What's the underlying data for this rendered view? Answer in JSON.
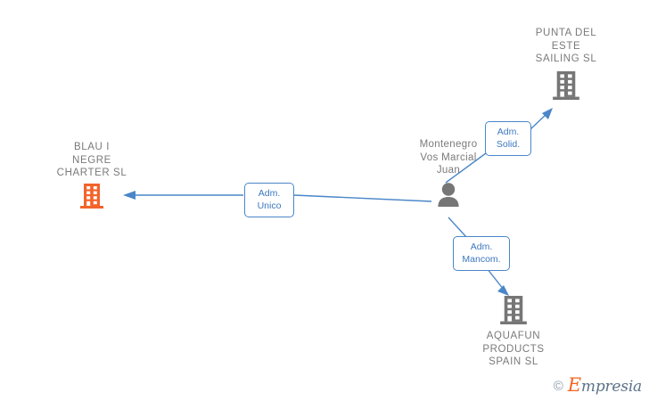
{
  "diagram": {
    "background": "#ffffff",
    "focus_color": "#f4632a",
    "company_color": "#767676",
    "edge_color": "#4a86c8",
    "label_text_color": "#7a7a7a",
    "nodes": [
      {
        "id": "blau-i-negre-charter-sl",
        "type": "company",
        "focus": true,
        "label": "BLAU I\nNEGRE\nCHARTER  SL",
        "icon": "building-icon"
      },
      {
        "id": "punta-del-este-sailing-sl",
        "type": "company",
        "focus": false,
        "label": "PUNTA DEL\nESTE\nSAILING  SL",
        "icon": "building-icon"
      },
      {
        "id": "aquafun-products-spain-sl",
        "type": "company",
        "focus": false,
        "label": "AQUAFUN\nPRODUCTS\nSPAIN  SL",
        "icon": "building-icon"
      },
      {
        "id": "montenegro-vos-marcial-juan",
        "type": "person",
        "focus": false,
        "label": "Montenegro\nVos Marcial\nJuan",
        "icon": "person-icon"
      }
    ],
    "edges": [
      {
        "id": "edge-to-blau-i-negre",
        "from": "montenegro-vos-marcial-juan",
        "to": "blau-i-negre-charter-sl",
        "label": "Adm.\nUnico"
      },
      {
        "id": "edge-to-punta-del-este",
        "from": "montenegro-vos-marcial-juan",
        "to": "punta-del-este-sailing-sl",
        "label": "Adm.\nSolid."
      },
      {
        "id": "edge-to-aquafun",
        "from": "montenegro-vos-marcial-juan",
        "to": "aquafun-products-spain-sl",
        "label": "Adm.\nMancom."
      }
    ]
  },
  "watermark": {
    "copyright": "©",
    "brand_initial": "E",
    "brand_rest": "mpresia"
  }
}
